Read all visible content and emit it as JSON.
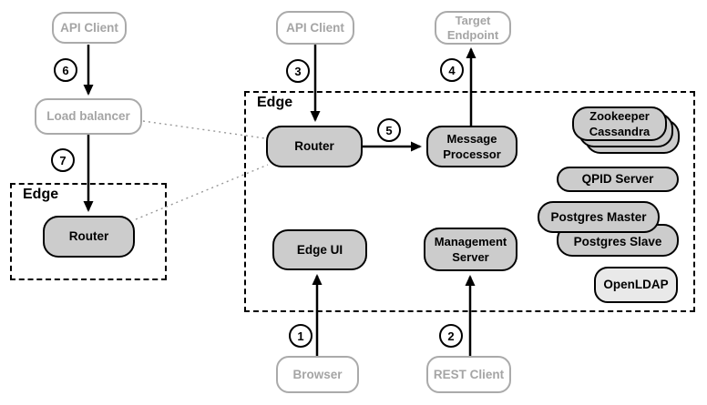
{
  "groups": {
    "edge_main": {
      "label": "Edge"
    },
    "edge_left": {
      "label": "Edge"
    }
  },
  "nodes": {
    "api_client_left": {
      "label": "API Client"
    },
    "load_balancer": {
      "label": "Load balancer"
    },
    "router_left": {
      "label": "Router"
    },
    "api_client_top": {
      "label": "API Client"
    },
    "target_endpoint": {
      "lines": [
        "Target",
        "Endpoint"
      ]
    },
    "router_main": {
      "label": "Router"
    },
    "message_processor": {
      "lines": [
        "Message",
        "Processor"
      ]
    },
    "edge_ui": {
      "label": "Edge UI"
    },
    "management_server": {
      "lines": [
        "Management",
        "Server"
      ]
    },
    "browser": {
      "label": "Browser"
    },
    "rest_client": {
      "label": "REST Client"
    },
    "zookeeper_cassandra": {
      "lines": [
        "Zookeeper",
        "Cassandra"
      ]
    },
    "qpid_server": {
      "label": "QPID Server"
    },
    "postgres_master": {
      "label": "Postgres Master"
    },
    "postgres_slave": {
      "label": "Postgres Slave"
    },
    "openldap": {
      "label": "OpenLDAP"
    }
  },
  "steps": [
    "1",
    "2",
    "3",
    "4",
    "5",
    "6",
    "7"
  ],
  "colors": {
    "component_fill": "#cccccc",
    "component_border": "#000000",
    "client_border": "#aaaaaa",
    "client_text": "#a5a5a5",
    "openldap_fill": "#e9e9e9",
    "background": "#ffffff"
  }
}
